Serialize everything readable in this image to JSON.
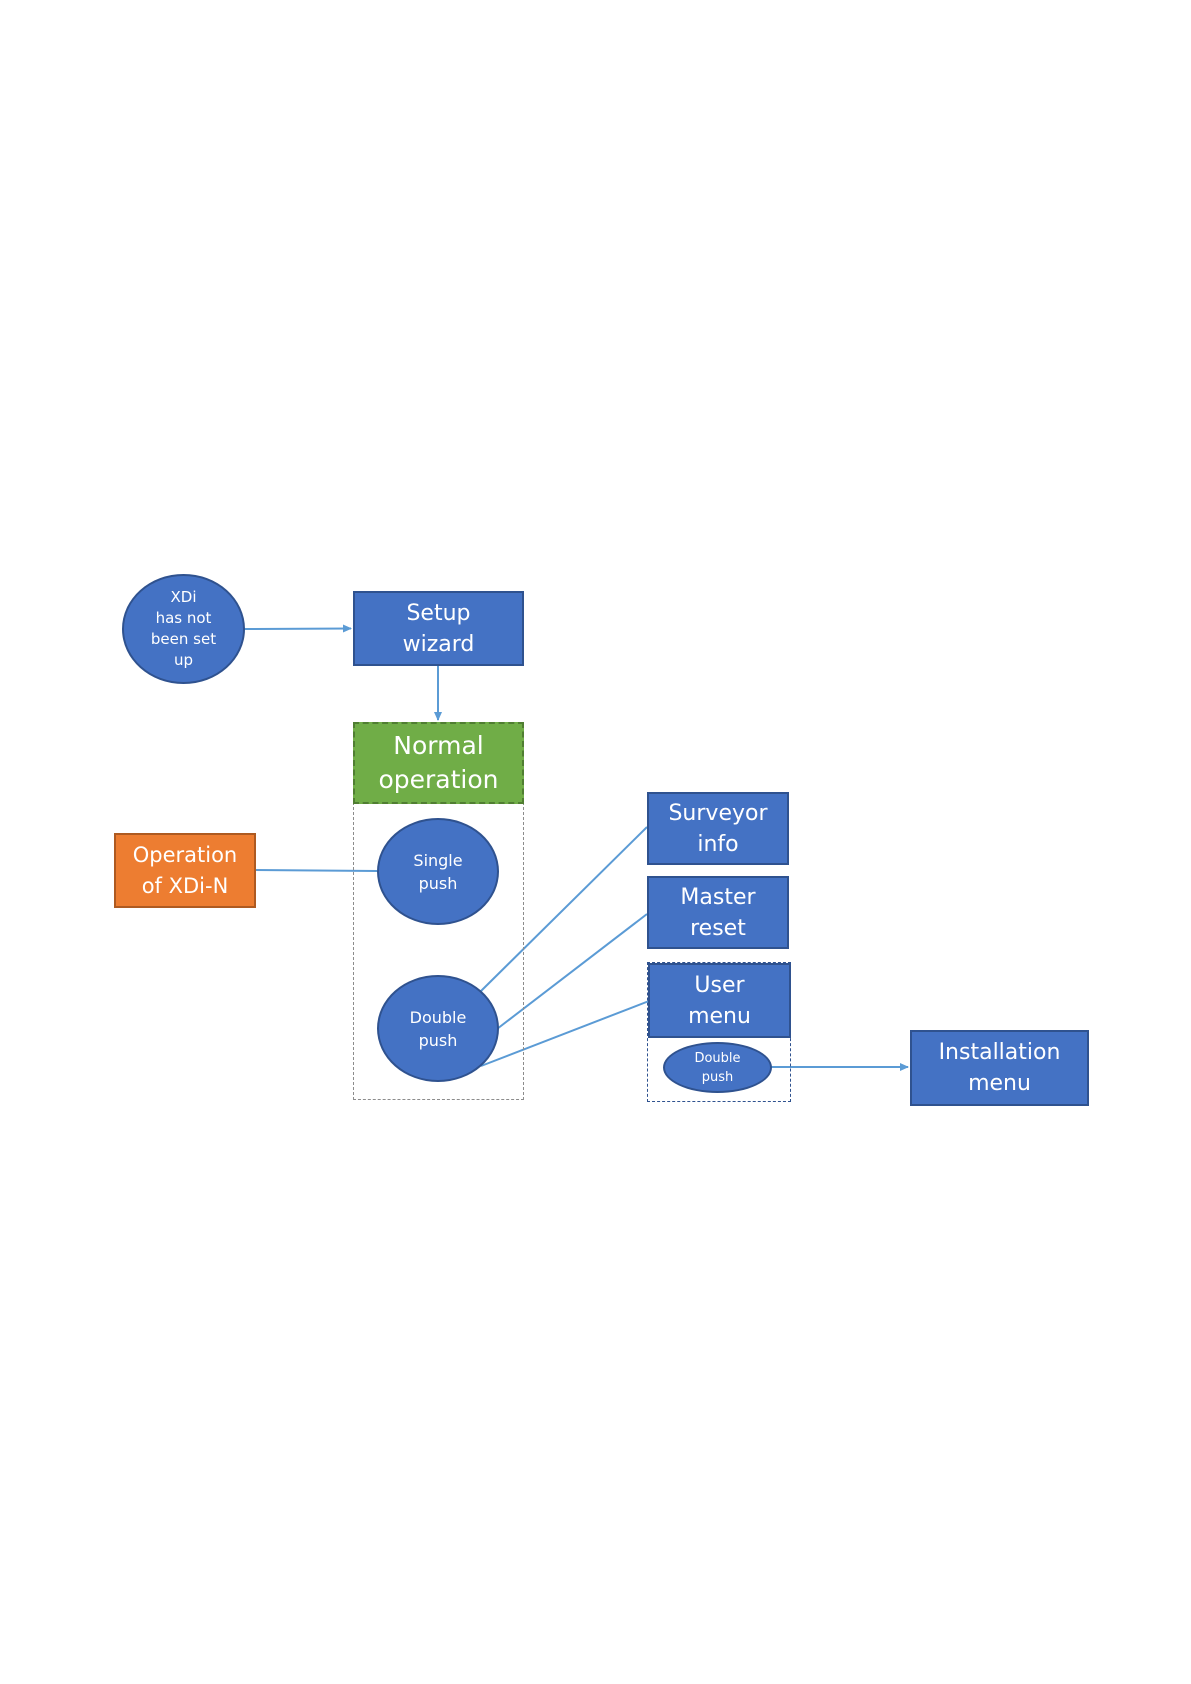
{
  "nodes": {
    "not_set_up": "XDi\nhas not\nbeen set\nup",
    "setup_wizard": "Setup\nwizard",
    "normal_operation": "Normal\noperation",
    "operation_xdi_n": "Operation\nof XDi-N",
    "single_push": "Single\npush",
    "double_push": "Double\npush",
    "surveyor_info": "Surveyor\ninfo",
    "master_reset": "Master\nreset",
    "user_menu": "User\nmenu",
    "user_menu_double_push": "Double\npush",
    "installation_menu": "Installation\nmenu"
  },
  "colors": {
    "node_blue": "#4472c4",
    "node_green": "#70ad47",
    "node_orange": "#ed7d31",
    "connector": "#5b9bd5"
  }
}
